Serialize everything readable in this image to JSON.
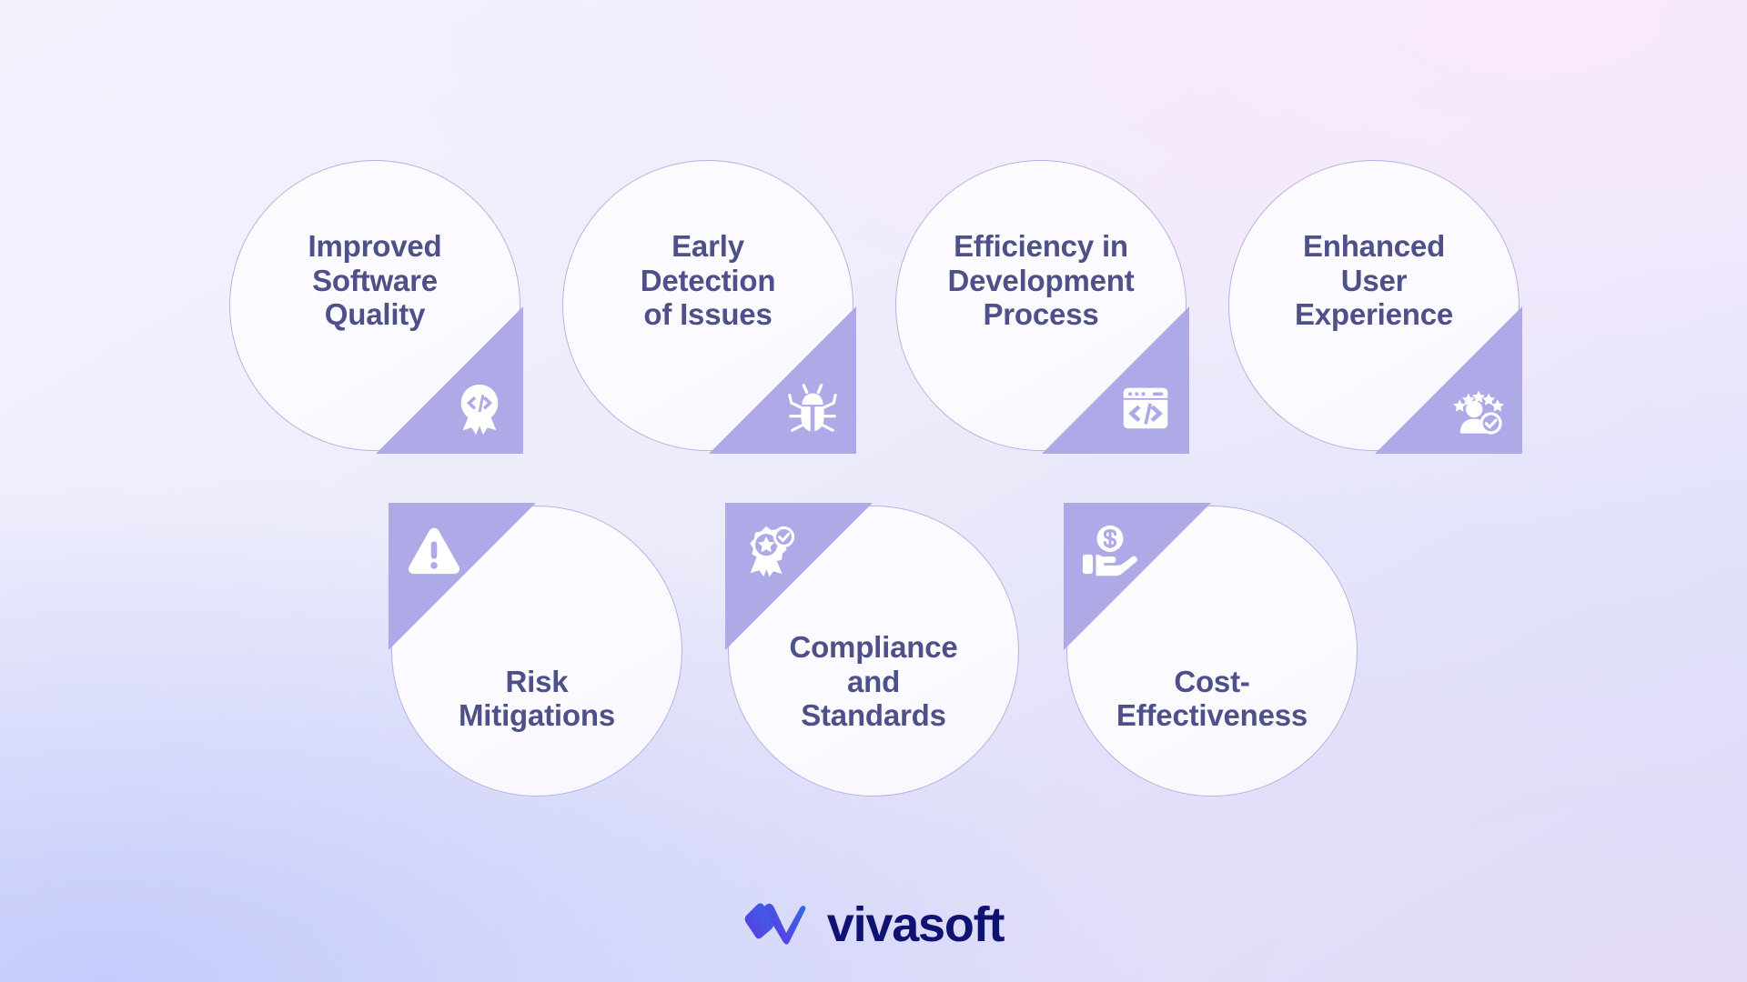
{
  "background": {
    "gradient_from": "#f9e9fd",
    "gradient_to": "#c5cbfb",
    "accent_purple": "#aeaae8",
    "text_color": "#4e5089",
    "outline_color": "#b6b2e4"
  },
  "cards": [
    {
      "id": "improved-software-quality",
      "label": "Improved\nSoftware\nQuality",
      "icon": "code-badge-icon",
      "corner": "bottom-right"
    },
    {
      "id": "early-detection-of-issues",
      "label": "Early\nDetection\nof Issues",
      "icon": "bug-icon",
      "corner": "bottom-right"
    },
    {
      "id": "efficiency-in-development-process",
      "label": "Efficiency in\nDevelopment\nProcess",
      "icon": "browser-code-icon",
      "corner": "bottom-right"
    },
    {
      "id": "enhanced-user-experience",
      "label": "Enhanced\nUser\nExperience",
      "icon": "user-rating-icon",
      "corner": "bottom-right"
    },
    {
      "id": "risk-mitigations",
      "label": "Risk\nMitigations",
      "icon": "warning-triangle-icon",
      "corner": "top-left"
    },
    {
      "id": "compliance-and-standards",
      "label": "Compliance\nand\nStandards",
      "icon": "award-check-icon",
      "corner": "top-left"
    },
    {
      "id": "cost-effectiveness",
      "label": "Cost-\nEffectiveness",
      "icon": "hand-money-icon",
      "corner": "top-left"
    }
  ],
  "footer": {
    "brand_name": "vivasoft",
    "logo_icon": "vivasoft-w-mark-icon",
    "logo_gradient_from": "#6536e0",
    "logo_gradient_to": "#2f6ae8",
    "wordmark_color": "#101273"
  }
}
